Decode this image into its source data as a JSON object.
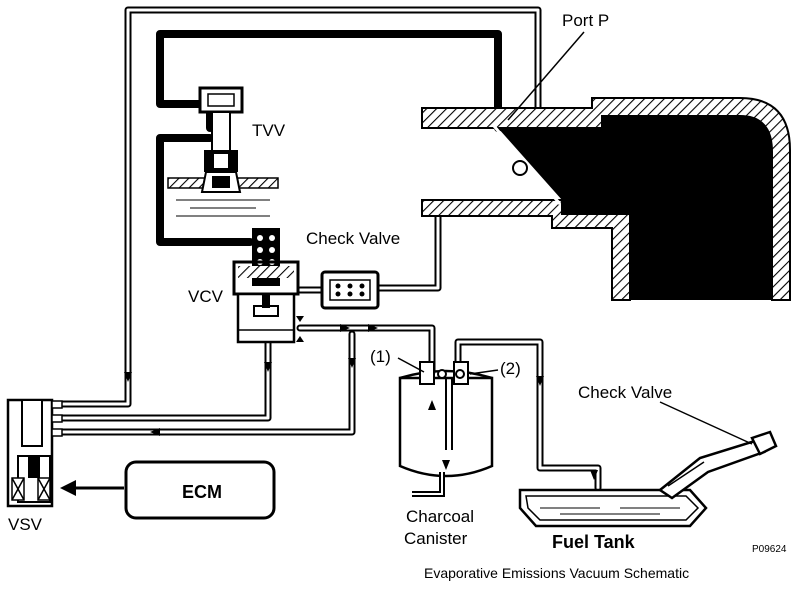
{
  "labels": {
    "port_p": "Port P",
    "tvv": "TVV",
    "check_valve_upper": "Check Valve",
    "vcv": "VCV",
    "port_1": "(1)",
    "port_2": "(2)",
    "check_valve_tank": "Check Valve",
    "ecm": "ECM",
    "vsv": "VSV",
    "charcoal": "Charcoal",
    "canister": "Canister",
    "fuel_tank": "Fuel Tank",
    "ref_code": "P09624",
    "caption": "Evaporative Emissions Vacuum Schematic"
  },
  "colors": {
    "line": "#000000",
    "fill_dark": "#000000",
    "background": "#ffffff"
  }
}
